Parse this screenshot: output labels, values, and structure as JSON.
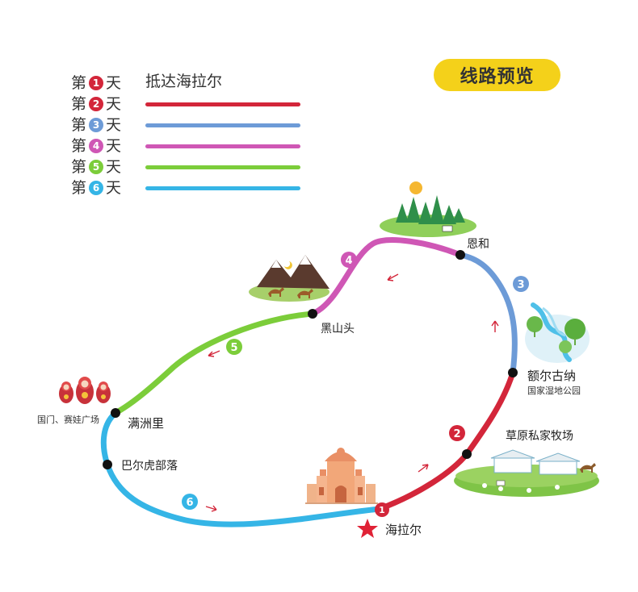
{
  "title": "线路预览",
  "legend": {
    "prefix": "第",
    "suffix": "天",
    "rows": [
      {
        "day": "1",
        "color": "#d3263a",
        "label": "抵达海拉尔"
      },
      {
        "day": "2",
        "color": "#d3263a",
        "label": ""
      },
      {
        "day": "3",
        "color": "#6d9bd7",
        "label": ""
      },
      {
        "day": "4",
        "color": "#cf57b5",
        "label": ""
      },
      {
        "day": "5",
        "color": "#7ccd3a",
        "label": ""
      },
      {
        "day": "6",
        "color": "#35b5e6",
        "label": ""
      }
    ]
  },
  "places": {
    "hailaer": "海拉尔",
    "caoyuan": "草原私家牧场",
    "eergunna": "额尔古纳",
    "eergunna_sub": "国家湿地公园",
    "enhe": "恩和",
    "heishantou": "黑山头",
    "manzhouli": "满洲里",
    "manzhouli_sub": "国门、赛娃广场",
    "baerhu": "巴尔虎部落"
  },
  "route_days": [
    "1",
    "2",
    "3",
    "4",
    "5",
    "6"
  ],
  "colors": {
    "day1": "#d3263a",
    "day2": "#d3263a",
    "day3": "#6d9bd7",
    "day4": "#cf57b5",
    "day5": "#7ccd3a",
    "day6": "#35b5e6",
    "title_bg": "#f4d11a",
    "start_star": "#e02236"
  },
  "icons": [
    "castle-icon",
    "ranch-icon",
    "wetland-icon",
    "forest-icon",
    "mountain-horse-icon",
    "matryoshka-icon",
    "start-star-icon"
  ]
}
